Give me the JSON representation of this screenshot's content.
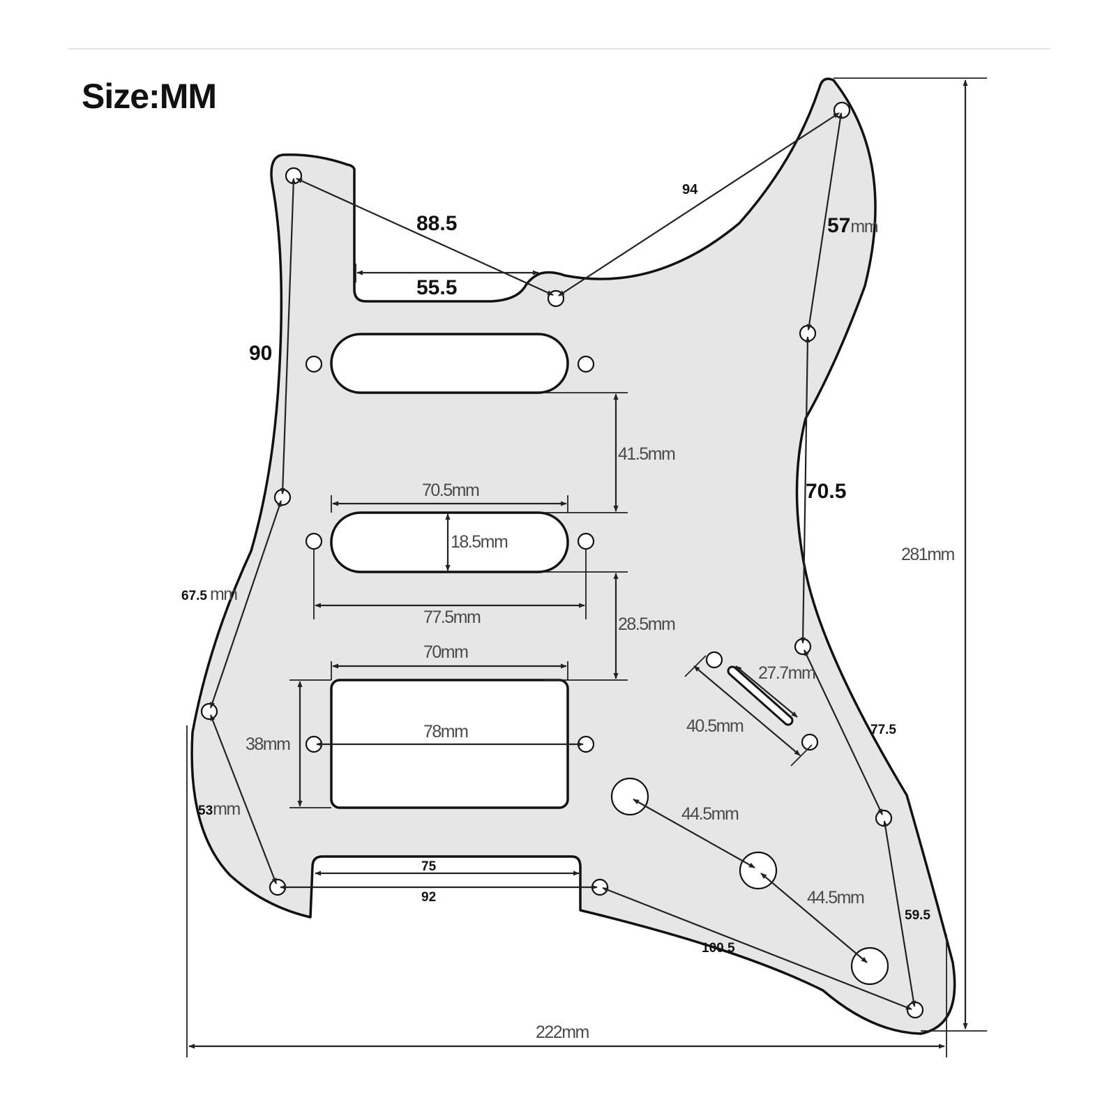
{
  "title": "Size:MM",
  "colors": {
    "plate_fill": "#e6e6e6",
    "outline": "#111111",
    "background": "#ffffff",
    "text": "#4a4a4a"
  },
  "dimensions": {
    "d_88_5": "88.5",
    "d_55_5": "55.5",
    "d_94": "94",
    "d_57": "57",
    "d_57_unit": "mm",
    "d_90": "90",
    "d_41_5": "41.5mm",
    "d_70_5_right": "70.5",
    "d_70_5mm": "70.5mm",
    "d_18_5": "18.5mm",
    "d_67_5": "67.5",
    "d_67_5_unit": "mm",
    "d_77_5mm": "77.5mm",
    "d_28_5": "28.5mm",
    "d_70mm": "70mm",
    "d_27_7": "27.7mm",
    "d_40_5": "40.5mm",
    "d_77_5_right": "77.5",
    "d_38": "38mm",
    "d_78": "78mm",
    "d_53": "53",
    "d_53_unit": "mm",
    "d_44_5_a": "44.5mm",
    "d_44_5_b": "44.5mm",
    "d_75": "75",
    "d_92": "92",
    "d_59_5": "59.5",
    "d_100_5": "100.5",
    "d_281": "281mm",
    "d_222": "222mm"
  }
}
